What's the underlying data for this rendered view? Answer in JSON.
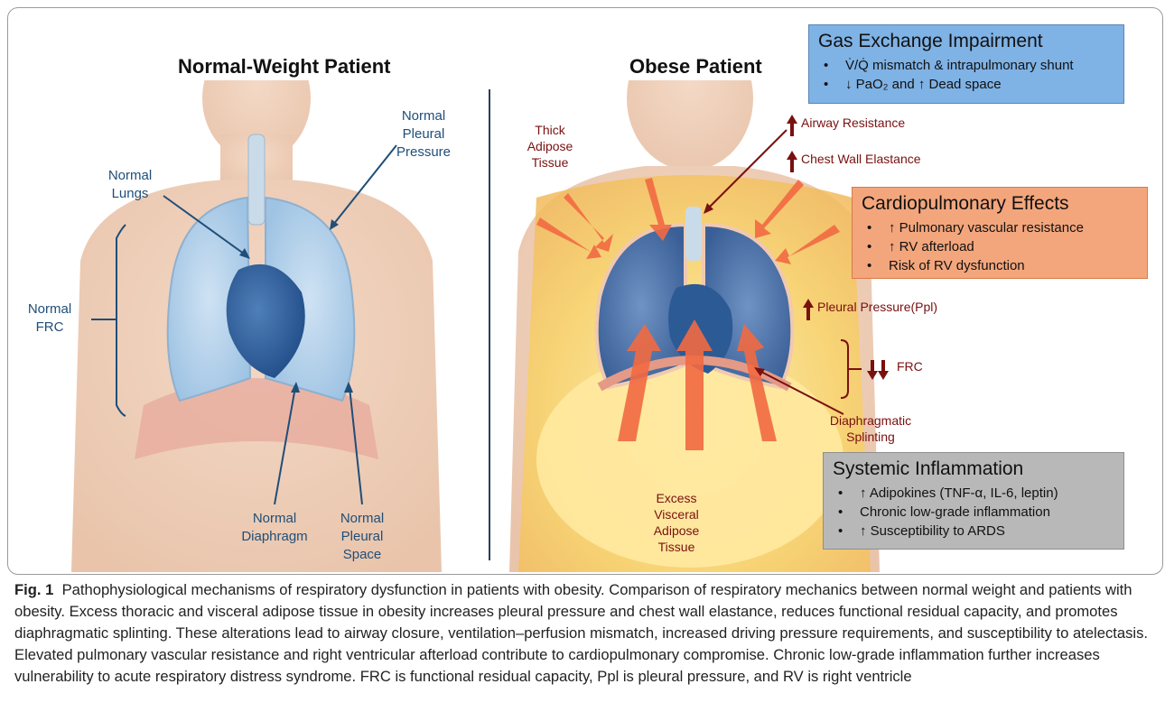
{
  "left_panel": {
    "title": "Normal-Weight Patient",
    "labels": {
      "normal_lungs": "Normal Lungs",
      "normal_pleural_pressure": "Normal Pleural Pressure",
      "normal_frc": "Normal FRC",
      "normal_diaphragm": "Normal Diaphragm",
      "normal_pleural_space": "Normal Pleural Space"
    }
  },
  "right_panel": {
    "title": "Obese Patient",
    "labels": {
      "thick_adipose": "Thick Adipose Tissue",
      "airway_resistance": "Airway Resistance",
      "chest_wall_elastance": "Chest Wall Elastance",
      "pleural_pressure": "Pleural Pressure(Ppl)",
      "frc": "FRC",
      "diaphragmatic_splinting": "Diaphragmatic Splinting",
      "excess_visceral": "Excess Visceral Adipose Tissue"
    }
  },
  "boxes": {
    "gas_exchange": {
      "title": "Gas Exchange Impairment",
      "items": [
        "V̇/Q̇ mismatch & intrapulmonary shunt",
        "↓ PaO₂ and ↑ Dead space"
      ],
      "color": "#7fb2e5"
    },
    "cardiopulmonary": {
      "title": "Cardiopulmonary Effects",
      "items": [
        "↑ Pulmonary vascular resistance",
        "↑ RV afterload",
        "Risk of RV dysfunction"
      ],
      "color": "#f3a67c"
    },
    "systemic": {
      "title": "Systemic Inflammation",
      "items": [
        "↑ Adipokines (TNF-α, IL-6, leptin)",
        "Chronic low-grade inflammation",
        "↑ Susceptibility to ARDS"
      ],
      "color": "#b8b8b8"
    }
  },
  "caption": {
    "label": "Fig. 1",
    "text": "Pathophysiological mechanisms of respiratory dysfunction in patients with obesity. Comparison of respiratory mechanics between normal weight and patients with obesity. Excess thoracic and visceral adipose tissue in obesity increases pleural pressure and chest wall elastance, reduces functional residual capacity, and promotes diaphragmatic splinting. These alterations lead to airway closure, ventilation–perfusion mismatch, increased driving pressure requirements, and susceptibility to atelectasis. Elevated pulmonary vascular resistance and right ventricular afterload contribute to cardiopulmonary compromise. Chronic low-grade inflammation further increases vulnerability to acute respiratory distress syndrome. FRC is functional residual capacity, Ppl is pleural pressure, and RV is right ventricle"
  }
}
